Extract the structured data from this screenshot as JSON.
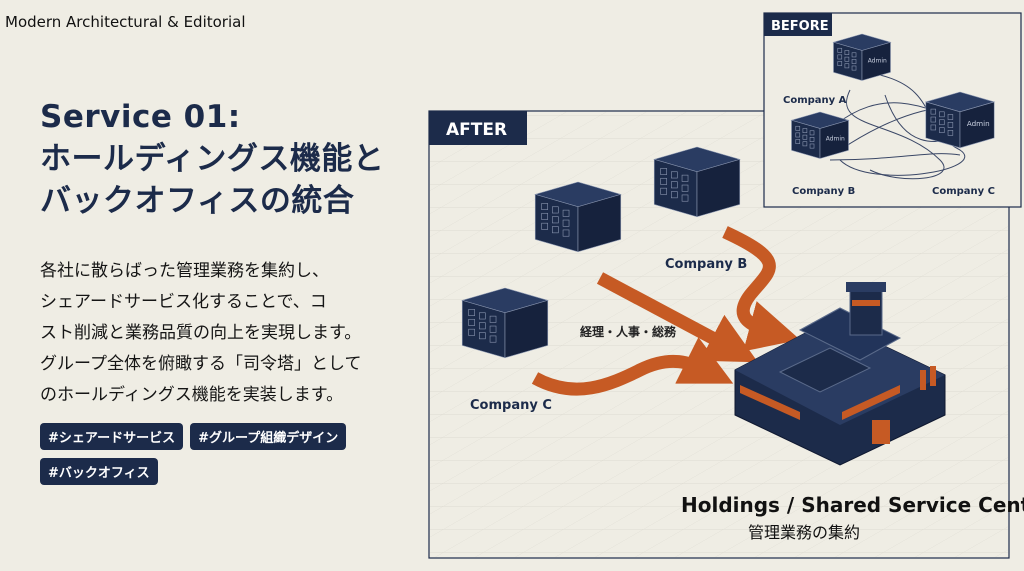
{
  "brand": "Modern Architectural & Editorial",
  "title": {
    "line1": "Service 01:",
    "line2": "ホールディングス機能と",
    "line3": "バックオフィスの統合"
  },
  "description": [
    "各社に散らばった管理業務を集約し、",
    "シェアードサービス化することで、コ",
    "スト削減と業務品質の向上を実現します。",
    "グループ全体を俯瞰する「司令塔」として",
    "のホールディングス機能を実装します。"
  ],
  "tags": [
    "#シェアードサービス",
    "#グループ組織デザイン",
    "#バックオフィス"
  ],
  "after": {
    "label": "AFTER",
    "company_b": "Company B",
    "company_c": "Company C",
    "functions": "経理・人事・総務",
    "hq_title": "Holdings / Shared Service Center",
    "hq_subtitle": "管理業務の集約"
  },
  "before": {
    "label": "BEFORE",
    "company_a": "Company A",
    "company_b": "Company B",
    "company_c": "Company C",
    "admin_label": "Admin"
  },
  "colors": {
    "navy": "#1c2b4a",
    "orange": "#c65a24",
    "background": "#efede4"
  }
}
